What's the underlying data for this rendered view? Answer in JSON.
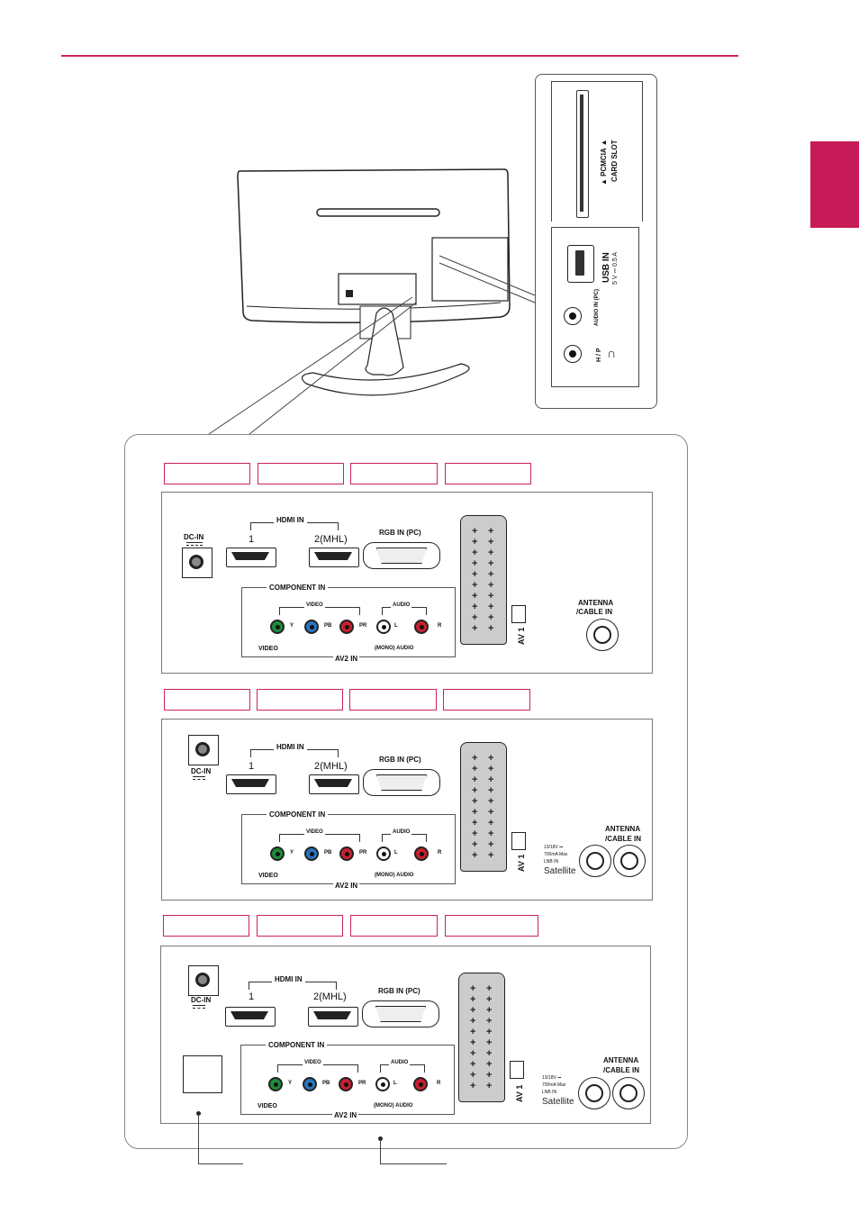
{
  "colors": {
    "accent": "#c9245a",
    "tab": "#c71a58"
  },
  "side_panel": {
    "card_slot": "▲ PCMCIA ▲ CARD SLOT",
    "card_slot_line1": "▲ PCMCIA ▲",
    "card_slot_line2": "CARD SLOT",
    "usb_in": "USB IN",
    "usb_rating": "5 V ⎓ 0.5 A",
    "audio_in": "AUDIO IN (PC)",
    "headphone": "H / P"
  },
  "panels": [
    {
      "dc_in": "DC-IN",
      "hdmi_in": "HDMI IN",
      "hdmi_1": "1",
      "hdmi_2": "2(MHL)",
      "rgb_in": "RGB IN (PC)",
      "component_in": "COMPONENT IN",
      "video": "VIDEO",
      "audio": "AUDIO",
      "y": "Y",
      "pb": "PB",
      "pr": "PR",
      "l": "L",
      "r": "R",
      "video_bottom": "VIDEO",
      "mono_audio": "(MONO) AUDIO",
      "av2_in": "AV2 IN",
      "av1": "AV 1",
      "antenna": "ANTENNA",
      "cable_in": "/CABLE IN"
    },
    {
      "dc_in": "DC-IN",
      "hdmi_in": "HDMI IN",
      "hdmi_1": "1",
      "hdmi_2": "2(MHL)",
      "rgb_in": "RGB IN (PC)",
      "component_in": "COMPONENT IN",
      "video": "VIDEO",
      "audio": "AUDIO",
      "y": "Y",
      "pb": "PB",
      "pr": "PR",
      "l": "L",
      "r": "R",
      "video_bottom": "VIDEO",
      "mono_audio": "(MONO) AUDIO",
      "av2_in": "AV2 IN",
      "av1": "AV 1",
      "antenna": "ANTENNA",
      "cable_in": "/CABLE IN",
      "lnb_rating": "13/18V ⎓",
      "lnb_current": "700mA Max",
      "lnb_in": "LNB IN",
      "satellite": "Satellite"
    },
    {
      "dc_in": "DC-IN",
      "hdmi_in": "HDMI IN",
      "hdmi_1": "1",
      "hdmi_2": "2(MHL)",
      "rgb_in": "RGB IN (PC)",
      "component_in": "COMPONENT IN",
      "video": "VIDEO",
      "audio": "AUDIO",
      "y": "Y",
      "pb": "PB",
      "pr": "PR",
      "l": "L",
      "r": "R",
      "video_bottom": "VIDEO",
      "mono_audio": "(MONO) AUDIO",
      "av2_in": "AV2 IN",
      "av1": "AV 1",
      "antenna": "ANTENNA",
      "cable_in": "/CABLE IN",
      "lnb_rating": "13/18V ⎓",
      "lnb_current": "700mA Max",
      "lnb_in": "LNB IN",
      "satellite": "Satellite"
    }
  ]
}
